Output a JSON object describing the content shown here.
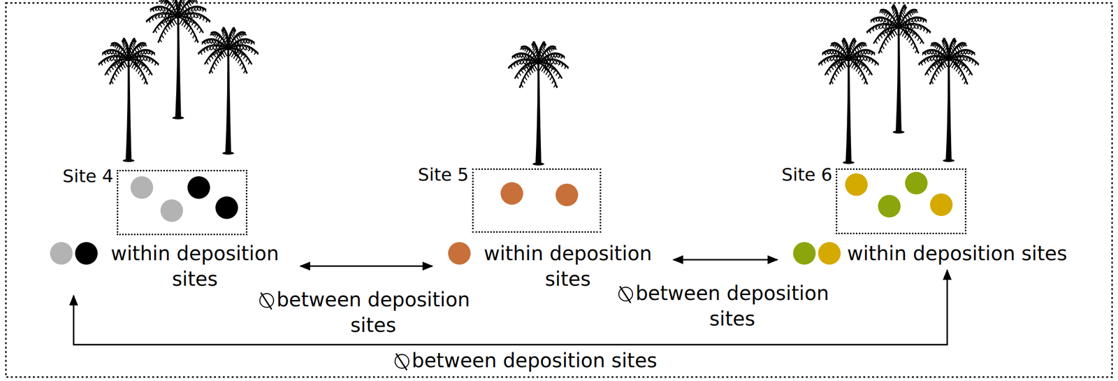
{
  "diagram": {
    "nodes": [
      {
        "text": [
          "Site 4"
        ]
      },
      {
        "text": [
          "within deposition sites"
        ]
      },
      {
        "text": [
          "Site 5"
        ]
      },
      {
        "text": [
          "within deposition sites"
        ]
      },
      {
        "text": [
          "Site 6"
        ]
      },
      {
        "text": [
          "within deposition sites"
        ]
      }
    ],
    "edges": [
      {
        "from": 1,
        "to": 3,
        "arrow": "both",
        "label": "between deposition sites"
      },
      {
        "from": 3,
        "to": 5,
        "arrow": "both",
        "label": "between deposition sites"
      },
      {
        "from": 1,
        "to": 5,
        "arrow": "both",
        "label": "between deposition sites"
      }
    ]
  }
}
